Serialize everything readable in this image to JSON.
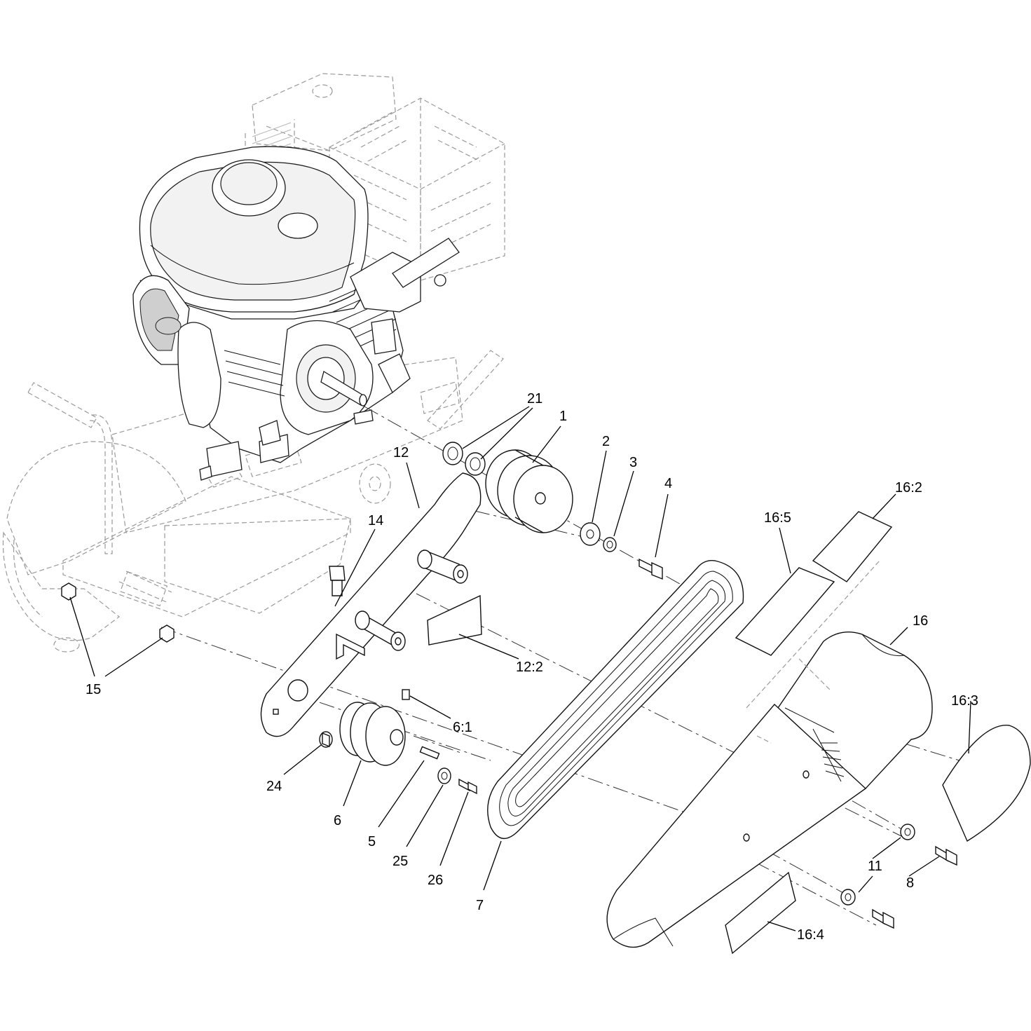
{
  "diagram": {
    "type": "exploded-parts-diagram",
    "callouts": [
      {
        "id": "c1",
        "label": "1"
      },
      {
        "id": "c2",
        "label": "2"
      },
      {
        "id": "c3",
        "label": "3"
      },
      {
        "id": "c4",
        "label": "4"
      },
      {
        "id": "c5",
        "label": "5"
      },
      {
        "id": "c6",
        "label": "6"
      },
      {
        "id": "c6_1",
        "label": "6:1"
      },
      {
        "id": "c7",
        "label": "7"
      },
      {
        "id": "c8",
        "label": "8"
      },
      {
        "id": "c11",
        "label": "11"
      },
      {
        "id": "c12",
        "label": "12"
      },
      {
        "id": "c12_2",
        "label": "12:2"
      },
      {
        "id": "c14",
        "label": "14"
      },
      {
        "id": "c15",
        "label": "15"
      },
      {
        "id": "c16",
        "label": "16"
      },
      {
        "id": "c16_2",
        "label": "16:2"
      },
      {
        "id": "c16_3",
        "label": "16:3"
      },
      {
        "id": "c16_4",
        "label": "16:4"
      },
      {
        "id": "c16_5",
        "label": "16:5"
      },
      {
        "id": "c21",
        "label": "21"
      },
      {
        "id": "c24",
        "label": "24"
      },
      {
        "id": "c25",
        "label": "25"
      },
      {
        "id": "c26",
        "label": "26"
      }
    ]
  }
}
